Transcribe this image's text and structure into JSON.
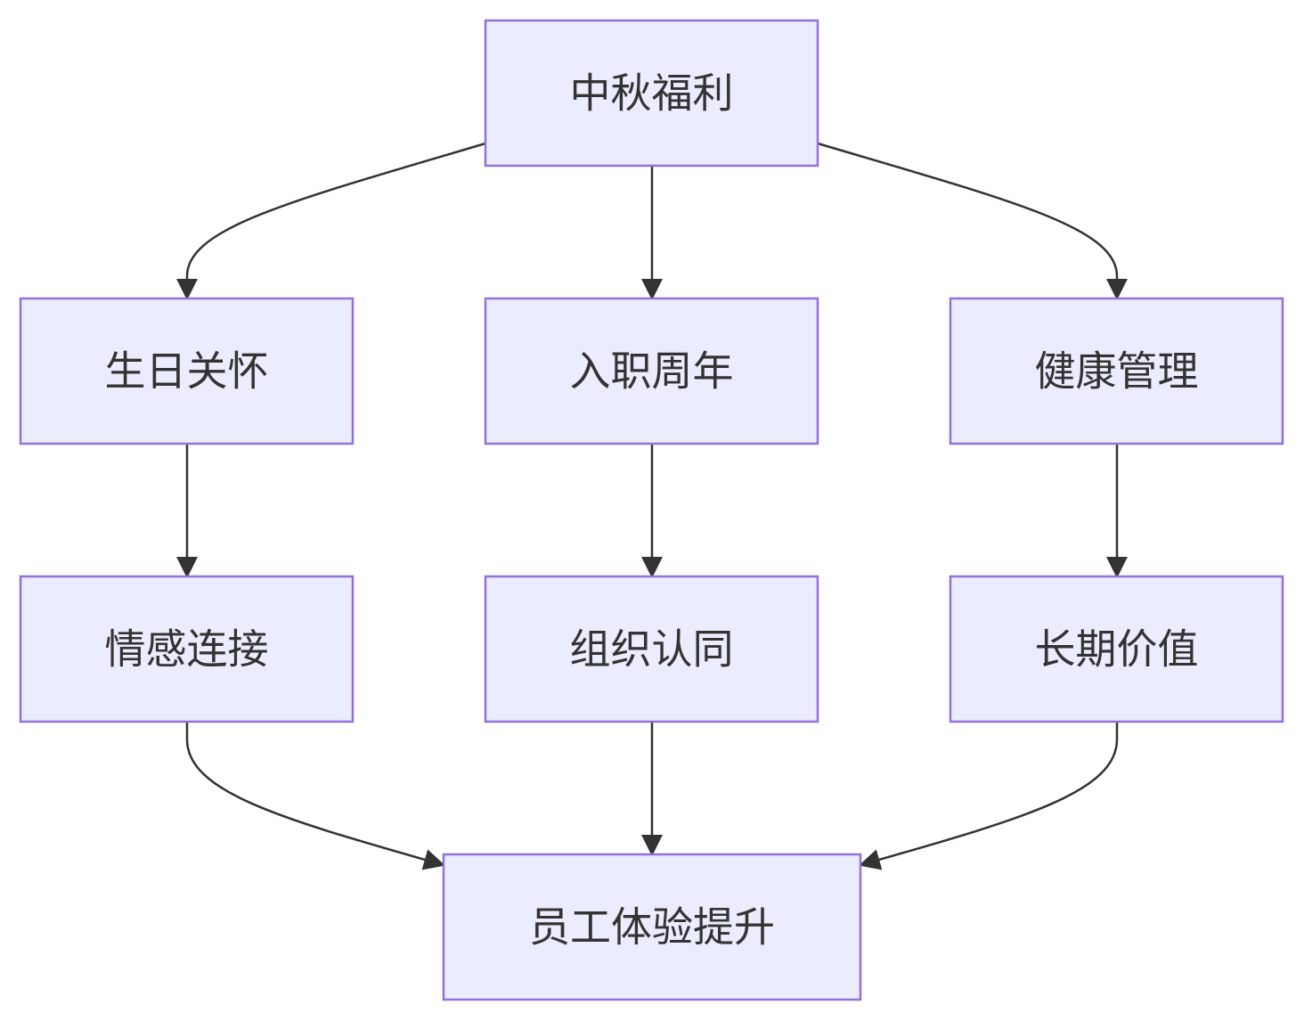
{
  "diagram": {
    "type": "flowchart",
    "colors": {
      "node_fill": "#ECECFF",
      "node_stroke": "#9370DB",
      "edge": "#333333",
      "text": "#333333"
    },
    "nodes": {
      "mid_autumn": "中秋福利",
      "birthday": "生日关怀",
      "anniversary": "入职周年",
      "health": "健康管理",
      "emotion": "情感连接",
      "identity": "组织认同",
      "long_term": "长期价值",
      "experience": "员工体验提升"
    },
    "edges": [
      {
        "from": "mid_autumn",
        "to": "birthday"
      },
      {
        "from": "mid_autumn",
        "to": "anniversary"
      },
      {
        "from": "mid_autumn",
        "to": "health"
      },
      {
        "from": "birthday",
        "to": "emotion"
      },
      {
        "from": "anniversary",
        "to": "identity"
      },
      {
        "from": "health",
        "to": "long_term"
      },
      {
        "from": "emotion",
        "to": "experience"
      },
      {
        "from": "identity",
        "to": "experience"
      },
      {
        "from": "long_term",
        "to": "experience"
      }
    ]
  }
}
